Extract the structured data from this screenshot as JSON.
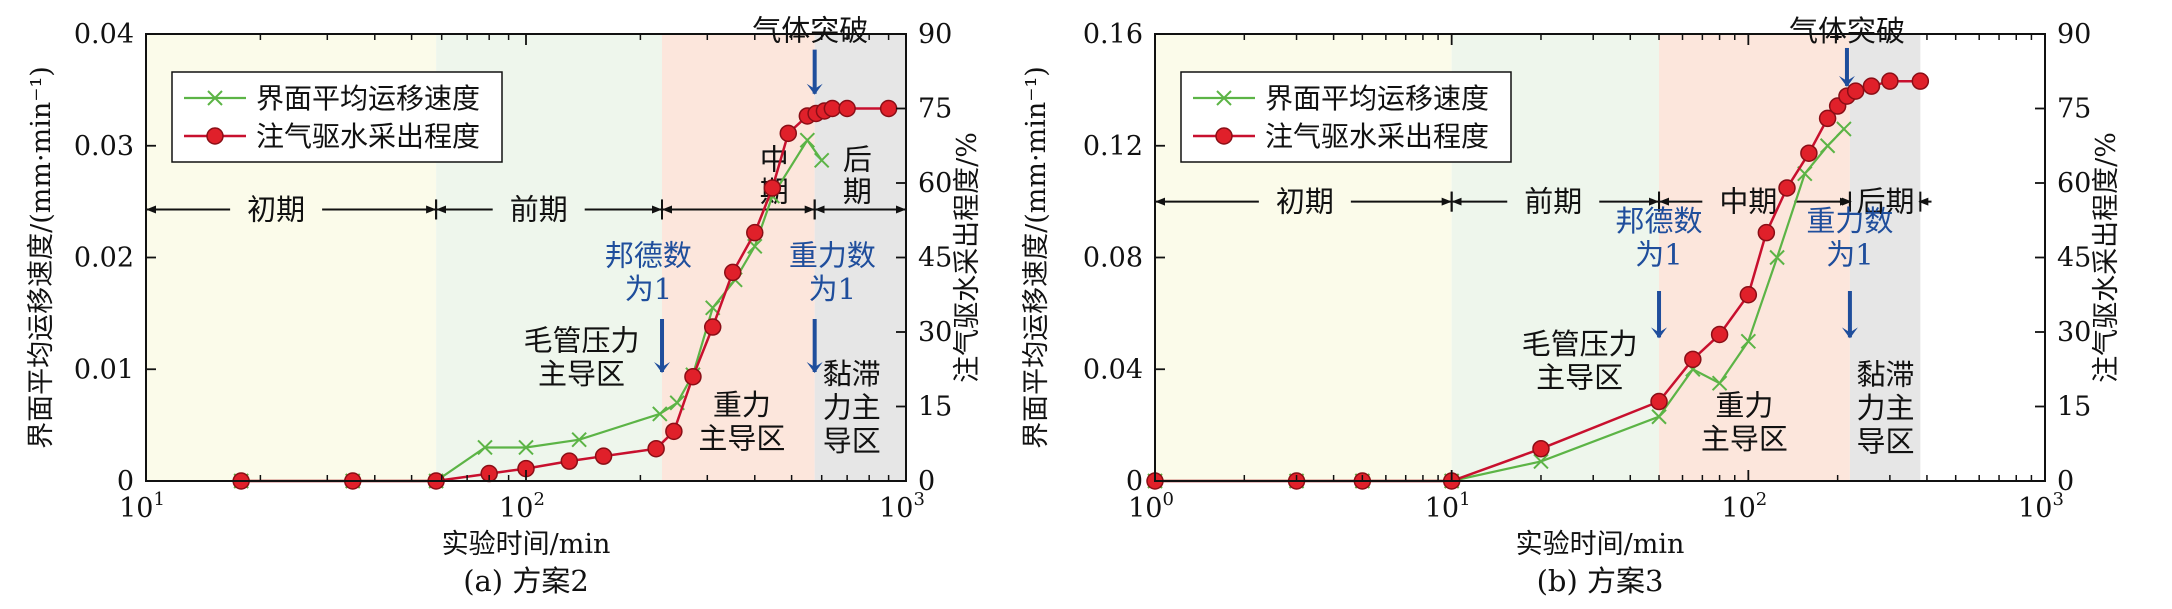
{
  "chart_data": [
    {
      "type": "line",
      "caption": "(a) 方案2",
      "xlabel": "实验时间/min",
      "ylabel_left": "界面平均运移速度/(mm·min⁻¹)",
      "ylabel_right": "注气驱水采出程度/%",
      "x_scale": "log",
      "xlim": [
        10,
        1000
      ],
      "x_ticks": [
        {
          "base": "10",
          "exp": "1"
        },
        {
          "base": "10",
          "exp": "2"
        },
        {
          "base": "10",
          "exp": "3"
        }
      ],
      "ylim_left": [
        0,
        0.04
      ],
      "y_ticks_left": [
        "0",
        "0.01",
        "0.02",
        "0.03",
        "0.04"
      ],
      "ylim_right": [
        0,
        90
      ],
      "y_ticks_right": [
        "0",
        "15",
        "30",
        "45",
        "60",
        "75",
        "90"
      ],
      "legend": {
        "placement": "top-left",
        "entries": [
          "界面平均运移速度",
          "注气驱水采出程度"
        ]
      },
      "series": [
        {
          "name": "界面平均运移速度",
          "axis": "left",
          "color": "#5cb446",
          "marker": "x",
          "x": [
            17.8,
            35,
            58,
            78,
            100,
            138,
            225,
            250,
            275,
            310,
            355,
            400,
            445,
            550,
            600
          ],
          "y": [
            0,
            0,
            0,
            0.003,
            0.003,
            0.0037,
            0.006,
            0.007,
            0.0095,
            0.0155,
            0.018,
            0.021,
            0.0255,
            0.0305,
            0.0287
          ]
        },
        {
          "name": "注气驱水采出程度",
          "axis": "right",
          "color": "#c8102e",
          "marker": "circle",
          "x": [
            17.8,
            35,
            58,
            80,
            100,
            130,
            160,
            220,
            245,
            275,
            310,
            350,
            400,
            445,
            490,
            550,
            580,
            610,
            640,
            700,
            900
          ],
          "y": [
            0,
            0,
            0,
            1.5,
            2.5,
            4,
            5,
            6.5,
            10,
            21,
            31,
            42,
            50,
            59,
            70,
            73.5,
            74,
            74.5,
            75,
            75,
            75
          ]
        }
      ],
      "regions": [
        {
          "from": 10,
          "to": 58,
          "color": "#fbfbea"
        },
        {
          "from": 58,
          "to": 228,
          "color": "#eef6ec"
        },
        {
          "from": 228,
          "to": 575,
          "color": "#fce6dc"
        },
        {
          "from": 575,
          "to": 1000,
          "color": "#e6e6e6"
        }
      ],
      "stages": [
        {
          "from": 10,
          "to": 58,
          "label": "初期",
          "label_x": 22
        },
        {
          "from": 58,
          "to": 228,
          "label": "前期",
          "label_x": 108
        },
        {
          "from": 228,
          "to": 575,
          "label": "中期",
          "label_x": 450,
          "split": true
        },
        {
          "from": 575,
          "to": 1000,
          "label": "后期",
          "label_x": 745,
          "split": true
        }
      ],
      "stage_arrow_y": 0.0243,
      "labels": [
        {
          "text": "毛管压力",
          "x": 140,
          "y": 0.0117,
          "style": "black"
        },
        {
          "text": "主导区",
          "x": 140,
          "y": 0.0087,
          "style": "black"
        },
        {
          "text": "重力",
          "x": 370,
          "y": 0.0059,
          "style": "black"
        },
        {
          "text": "主导区",
          "x": 370,
          "y": 0.0029,
          "style": "black"
        },
        {
          "text": "黏滞",
          "x": 720,
          "y": 0.0087,
          "style": "black"
        },
        {
          "text": "力主",
          "x": 720,
          "y": 0.0057,
          "style": "black"
        },
        {
          "text": "导区",
          "x": 720,
          "y": 0.0027,
          "style": "black"
        },
        {
          "text": "邦德数",
          "x": 210,
          "y": 0.0193,
          "style": "blue"
        },
        {
          "text": "为1",
          "x": 210,
          "y": 0.0163,
          "style": "blue"
        },
        {
          "text": "重力数",
          "x": 640,
          "y": 0.0193,
          "style": "blue"
        },
        {
          "text": "为1",
          "x": 640,
          "y": 0.0163,
          "style": "blue"
        },
        {
          "text": "气体突破",
          "x": 560,
          "y": 0.0394,
          "style": "black"
        }
      ],
      "arrows": [
        {
          "x": 228,
          "y1": 0.0145,
          "y2": 0.0094
        },
        {
          "x": 575,
          "y1": 0.0145,
          "y2": 0.0094
        },
        {
          "x": 575,
          "y1": 0.0386,
          "y2": 0.0343
        }
      ]
    },
    {
      "type": "line",
      "caption": "(b) 方案3",
      "xlabel": "实验时间/min",
      "ylabel_left": "界面平均运移速度/(mm·min⁻¹)",
      "ylabel_right": "注气驱水采出程度/%",
      "x_scale": "log",
      "xlim": [
        1,
        1000
      ],
      "x_ticks": [
        {
          "base": "10",
          "exp": "0"
        },
        {
          "base": "10",
          "exp": "1"
        },
        {
          "base": "10",
          "exp": "2"
        },
        {
          "base": "10",
          "exp": "3"
        }
      ],
      "ylim_left": [
        0,
        0.16
      ],
      "y_ticks_left": [
        "0",
        "0.04",
        "0.08",
        "0.12",
        "0.16"
      ],
      "ylim_right": [
        0,
        90
      ],
      "y_ticks_right": [
        "0",
        "15",
        "30",
        "45",
        "60",
        "75",
        "90"
      ],
      "legend": {
        "placement": "top-left",
        "entries": [
          "界面平均运移速度",
          "注气驱水采出程度"
        ]
      },
      "series": [
        {
          "name": "界面平均运移速度",
          "axis": "left",
          "color": "#5cb446",
          "marker": "x",
          "x": [
            1,
            3,
            5,
            10,
            20,
            50,
            65,
            80,
            100,
            125,
            155,
            185,
            210
          ],
          "y": [
            0,
            0,
            0,
            0,
            0.007,
            0.023,
            0.04,
            0.035,
            0.05,
            0.08,
            0.11,
            0.12,
            0.126
          ]
        },
        {
          "name": "注气驱水采出程度",
          "axis": "right",
          "color": "#c8102e",
          "marker": "circle",
          "x": [
            1,
            3,
            5,
            10,
            20,
            50,
            65,
            80,
            100,
            115,
            135,
            160,
            185,
            200,
            215,
            230,
            260,
            300,
            380
          ],
          "y": [
            0,
            0,
            0,
            0,
            6.5,
            16,
            24.5,
            29.5,
            37.5,
            50,
            59,
            66,
            73,
            75.5,
            77.5,
            78.5,
            79.5,
            80.5,
            80.5
          ]
        }
      ],
      "regions": [
        {
          "from": 1,
          "to": 10,
          "color": "#fbfbea"
        },
        {
          "from": 10,
          "to": 50,
          "color": "#eef6ec"
        },
        {
          "from": 50,
          "to": 220,
          "color": "#fce6dc"
        },
        {
          "from": 220,
          "to": 380,
          "color": "#e6e6e6"
        }
      ],
      "stages": [
        {
          "from": 1,
          "to": 10,
          "label": "初期",
          "label_x": 3.2
        },
        {
          "from": 10,
          "to": 50,
          "label": "前期",
          "label_x": 22
        },
        {
          "from": 50,
          "to": 220,
          "label": "中期",
          "label_x": 100
        },
        {
          "from": 220,
          "to": 380,
          "label": "后期",
          "label_x": 290
        }
      ],
      "stage_arrow_y": 0.1,
      "labels": [
        {
          "text": "毛管压力",
          "x": 27,
          "y": 0.0455,
          "style": "black"
        },
        {
          "text": "主导区",
          "x": 27,
          "y": 0.0335,
          "style": "black"
        },
        {
          "text": "重力",
          "x": 97,
          "y": 0.0235,
          "style": "black"
        },
        {
          "text": "主导区",
          "x": 97,
          "y": 0.0115,
          "style": "black"
        },
        {
          "text": "黏滞",
          "x": 290,
          "y": 0.0345,
          "style": "black"
        },
        {
          "text": "力主",
          "x": 290,
          "y": 0.0225,
          "style": "black"
        },
        {
          "text": "导区",
          "x": 290,
          "y": 0.0105,
          "style": "black"
        },
        {
          "text": "邦德数",
          "x": 50,
          "y": 0.0895,
          "style": "blue"
        },
        {
          "text": "为1",
          "x": 50,
          "y": 0.0775,
          "style": "blue"
        },
        {
          "text": "重力数",
          "x": 220,
          "y": 0.0895,
          "style": "blue"
        },
        {
          "text": "为1",
          "x": 220,
          "y": 0.0775,
          "style": "blue"
        },
        {
          "text": "气体突破",
          "x": 215,
          "y": 0.1575,
          "style": "black"
        }
      ],
      "arrows": [
        {
          "x": 50,
          "y1": 0.068,
          "y2": 0.05
        },
        {
          "x": 220,
          "y1": 0.068,
          "y2": 0.05
        },
        {
          "x": 215,
          "y1": 0.155,
          "y2": 0.14
        }
      ]
    }
  ]
}
